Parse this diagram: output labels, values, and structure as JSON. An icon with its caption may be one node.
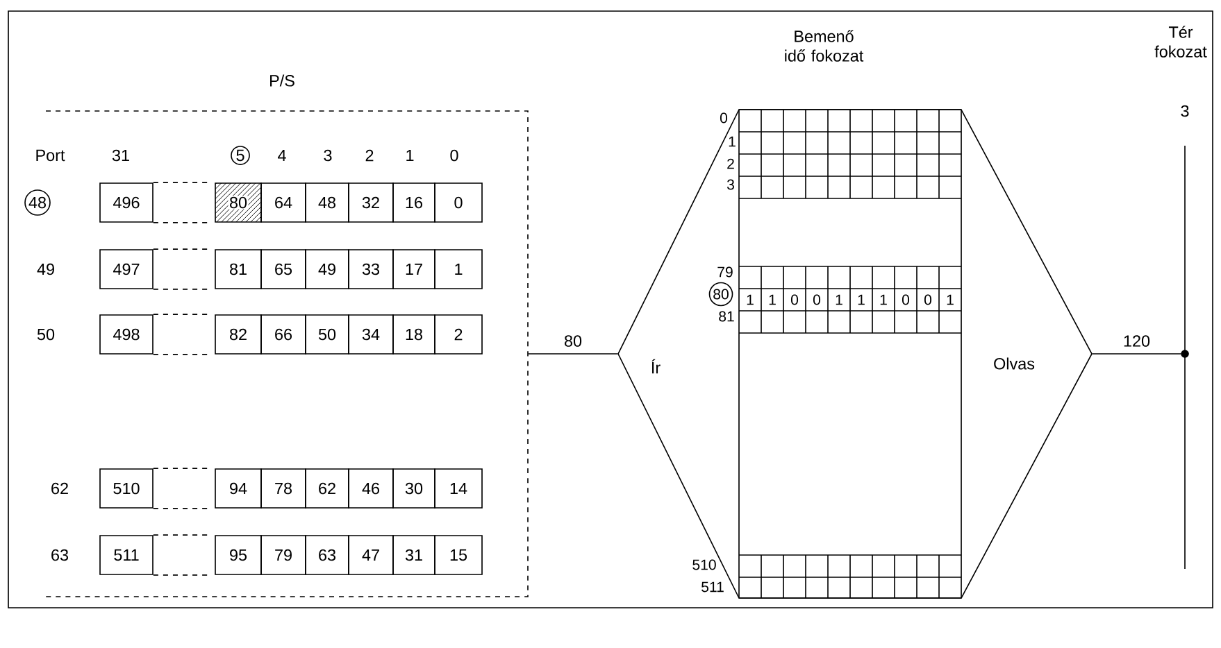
{
  "diagram": {
    "nodes": [
      {
        "text": [
          "P/S"
        ]
      },
      {
        "text": [
          "496"
        ],
        "in": 0
      },
      {
        "text": [
          "80"
        ],
        "in": 0
      },
      {
        "text": [
          "64"
        ],
        "in": 0
      },
      {
        "text": [
          "48"
        ],
        "in": 0
      },
      {
        "text": [
          "32"
        ],
        "in": 0
      },
      {
        "text": [
          "16"
        ],
        "in": 0
      },
      {
        "text": [
          "0"
        ],
        "in": 0
      },
      {
        "text": [
          "497"
        ],
        "in": 0
      },
      {
        "text": [
          "81"
        ],
        "in": 0
      },
      {
        "text": [
          "65"
        ],
        "in": 0
      },
      {
        "text": [
          "49"
        ],
        "in": 0
      },
      {
        "text": [
          "33"
        ],
        "in": 0
      },
      {
        "text": [
          "17"
        ],
        "in": 0
      },
      {
        "text": [
          "1"
        ],
        "in": 0
      },
      {
        "text": [
          "498"
        ],
        "in": 0
      },
      {
        "text": [
          "82"
        ],
        "in": 0
      },
      {
        "text": [
          "66"
        ],
        "in": 0
      },
      {
        "text": [
          "50"
        ],
        "in": 0
      },
      {
        "text": [
          "34"
        ],
        "in": 0
      },
      {
        "text": [
          "18"
        ],
        "in": 0
      },
      {
        "text": [
          "2"
        ],
        "in": 0
      },
      {
        "text": [
          "510"
        ],
        "in": 0
      },
      {
        "text": [
          "94"
        ],
        "in": 0
      },
      {
        "text": [
          "78"
        ],
        "in": 0
      },
      {
        "text": [
          "62"
        ],
        "in": 0
      },
      {
        "text": [
          "46"
        ],
        "in": 0
      },
      {
        "text": [
          "30"
        ],
        "in": 0
      },
      {
        "text": [
          "14"
        ],
        "in": 0
      },
      {
        "text": [
          "511"
        ],
        "in": 0
      },
      {
        "text": [
          "95"
        ],
        "in": 0
      },
      {
        "text": [
          "79"
        ],
        "in": 0
      },
      {
        "text": [
          "63"
        ],
        "in": 0
      },
      {
        "text": [
          "47"
        ],
        "in": 0
      },
      {
        "text": [
          "31"
        ],
        "in": 0
      },
      {
        "text": [
          "15"
        ],
        "in": 0
      },
      {
        "text": [
          "Ír"
        ]
      },
      {
        "text": [
          "Bemenő idő fokozat"
        ]
      },
      {
        "text": [
          "Olvas"
        ]
      },
      {
        "text": [
          "Tér fokozat",
          "3"
        ]
      },
      {
        "text": [],
        "shape": "dot",
        "in": 39
      }
    ],
    "edges": [
      {
        "from": 0,
        "to": 36,
        "arrow": "none",
        "label": "80"
      },
      {
        "from": 38,
        "to": 40,
        "arrow": "none",
        "label": "120"
      },
      {
        "from": 1,
        "to": 2,
        "arrow": "none",
        "style": "dashed"
      },
      {
        "from": 1,
        "to": 2,
        "arrow": "none",
        "style": "dashed"
      },
      {
        "from": 8,
        "to": 9,
        "arrow": "none",
        "style": "dashed"
      },
      {
        "from": 8,
        "to": 9,
        "arrow": "none",
        "style": "dashed"
      },
      {
        "from": 15,
        "to": 16,
        "arrow": "none",
        "style": "dashed"
      },
      {
        "from": 15,
        "to": 16,
        "arrow": "none",
        "style": "dashed"
      },
      {
        "from": 22,
        "to": 23,
        "arrow": "none",
        "style": "dashed"
      },
      {
        "from": 22,
        "to": 23,
        "arrow": "none",
        "style": "dashed"
      },
      {
        "from": 29,
        "to": 30,
        "arrow": "none",
        "style": "dashed"
      },
      {
        "from": 29,
        "to": 30,
        "arrow": "none",
        "style": "dashed"
      }
    ],
    "labels": [
      "Port",
      "31",
      "5",
      "4",
      "3",
      "2",
      "1",
      "0",
      "48",
      "49",
      "50",
      "62",
      "63",
      "0",
      "1",
      "2",
      "3",
      "79",
      "80",
      "81",
      "1",
      "1",
      "0",
      "0",
      "1",
      "1",
      "1",
      "0",
      "0",
      "1",
      "510",
      "511"
    ]
  }
}
